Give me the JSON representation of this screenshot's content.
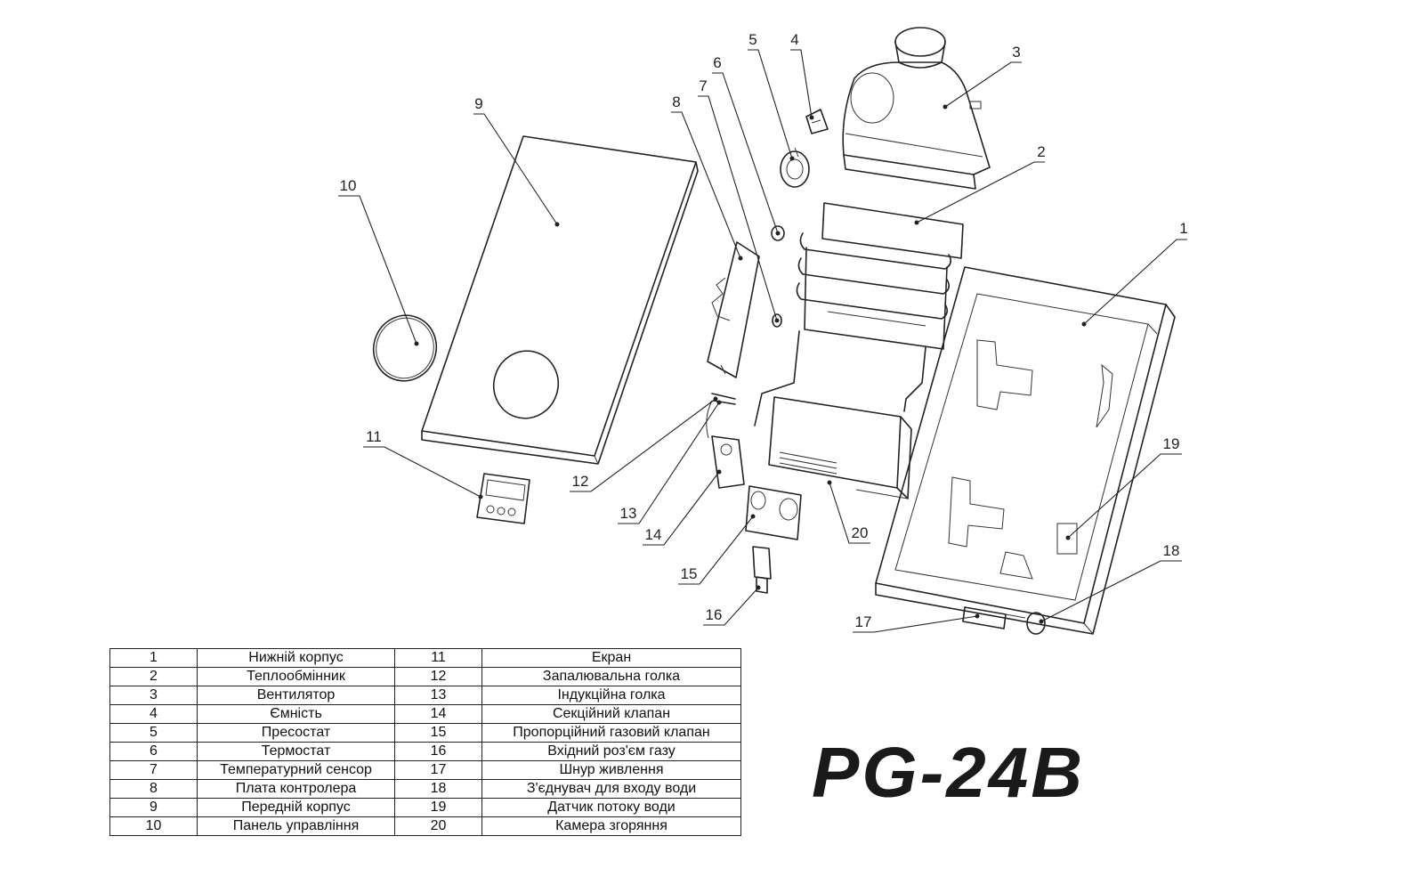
{
  "model": "PG-24B",
  "callouts": [
    "1",
    "2",
    "3",
    "4",
    "5",
    "6",
    "7",
    "8",
    "9",
    "10",
    "11",
    "12",
    "13",
    "14",
    "15",
    "16",
    "17",
    "18",
    "19",
    "20"
  ],
  "parts_table": {
    "rows": [
      {
        "num_a": "1",
        "name_a": "Нижній корпус",
        "num_b": "11",
        "name_b": "Екран"
      },
      {
        "num_a": "2",
        "name_a": "Теплообмінник",
        "num_b": "12",
        "name_b": "Запалювальна голка"
      },
      {
        "num_a": "3",
        "name_a": "Вентилятор",
        "num_b": "13",
        "name_b": "Індукційна голка"
      },
      {
        "num_a": "4",
        "name_a": "Ємність",
        "num_b": "14",
        "name_b": "Секційний клапан"
      },
      {
        "num_a": "5",
        "name_a": "Пресостат",
        "num_b": "15",
        "name_b": "Пропорційний газовий клапан"
      },
      {
        "num_a": "6",
        "name_a": "Термостат",
        "num_b": "16",
        "name_b": "Вхідний роз'єм газу"
      },
      {
        "num_a": "7",
        "name_a": "Температурний сенсор",
        "num_b": "17",
        "name_b": "Шнур живлення"
      },
      {
        "num_a": "8",
        "name_a": "Плата контролера",
        "num_b": "18",
        "name_b": "З'єднувач для входу води"
      },
      {
        "num_a": "9",
        "name_a": "Передній корпус",
        "num_b": "19",
        "name_b": "Датчик потоку води"
      },
      {
        "num_a": "10",
        "name_a": "Панель управління",
        "num_b": "20",
        "name_b": "Камера згоряння"
      }
    ]
  }
}
